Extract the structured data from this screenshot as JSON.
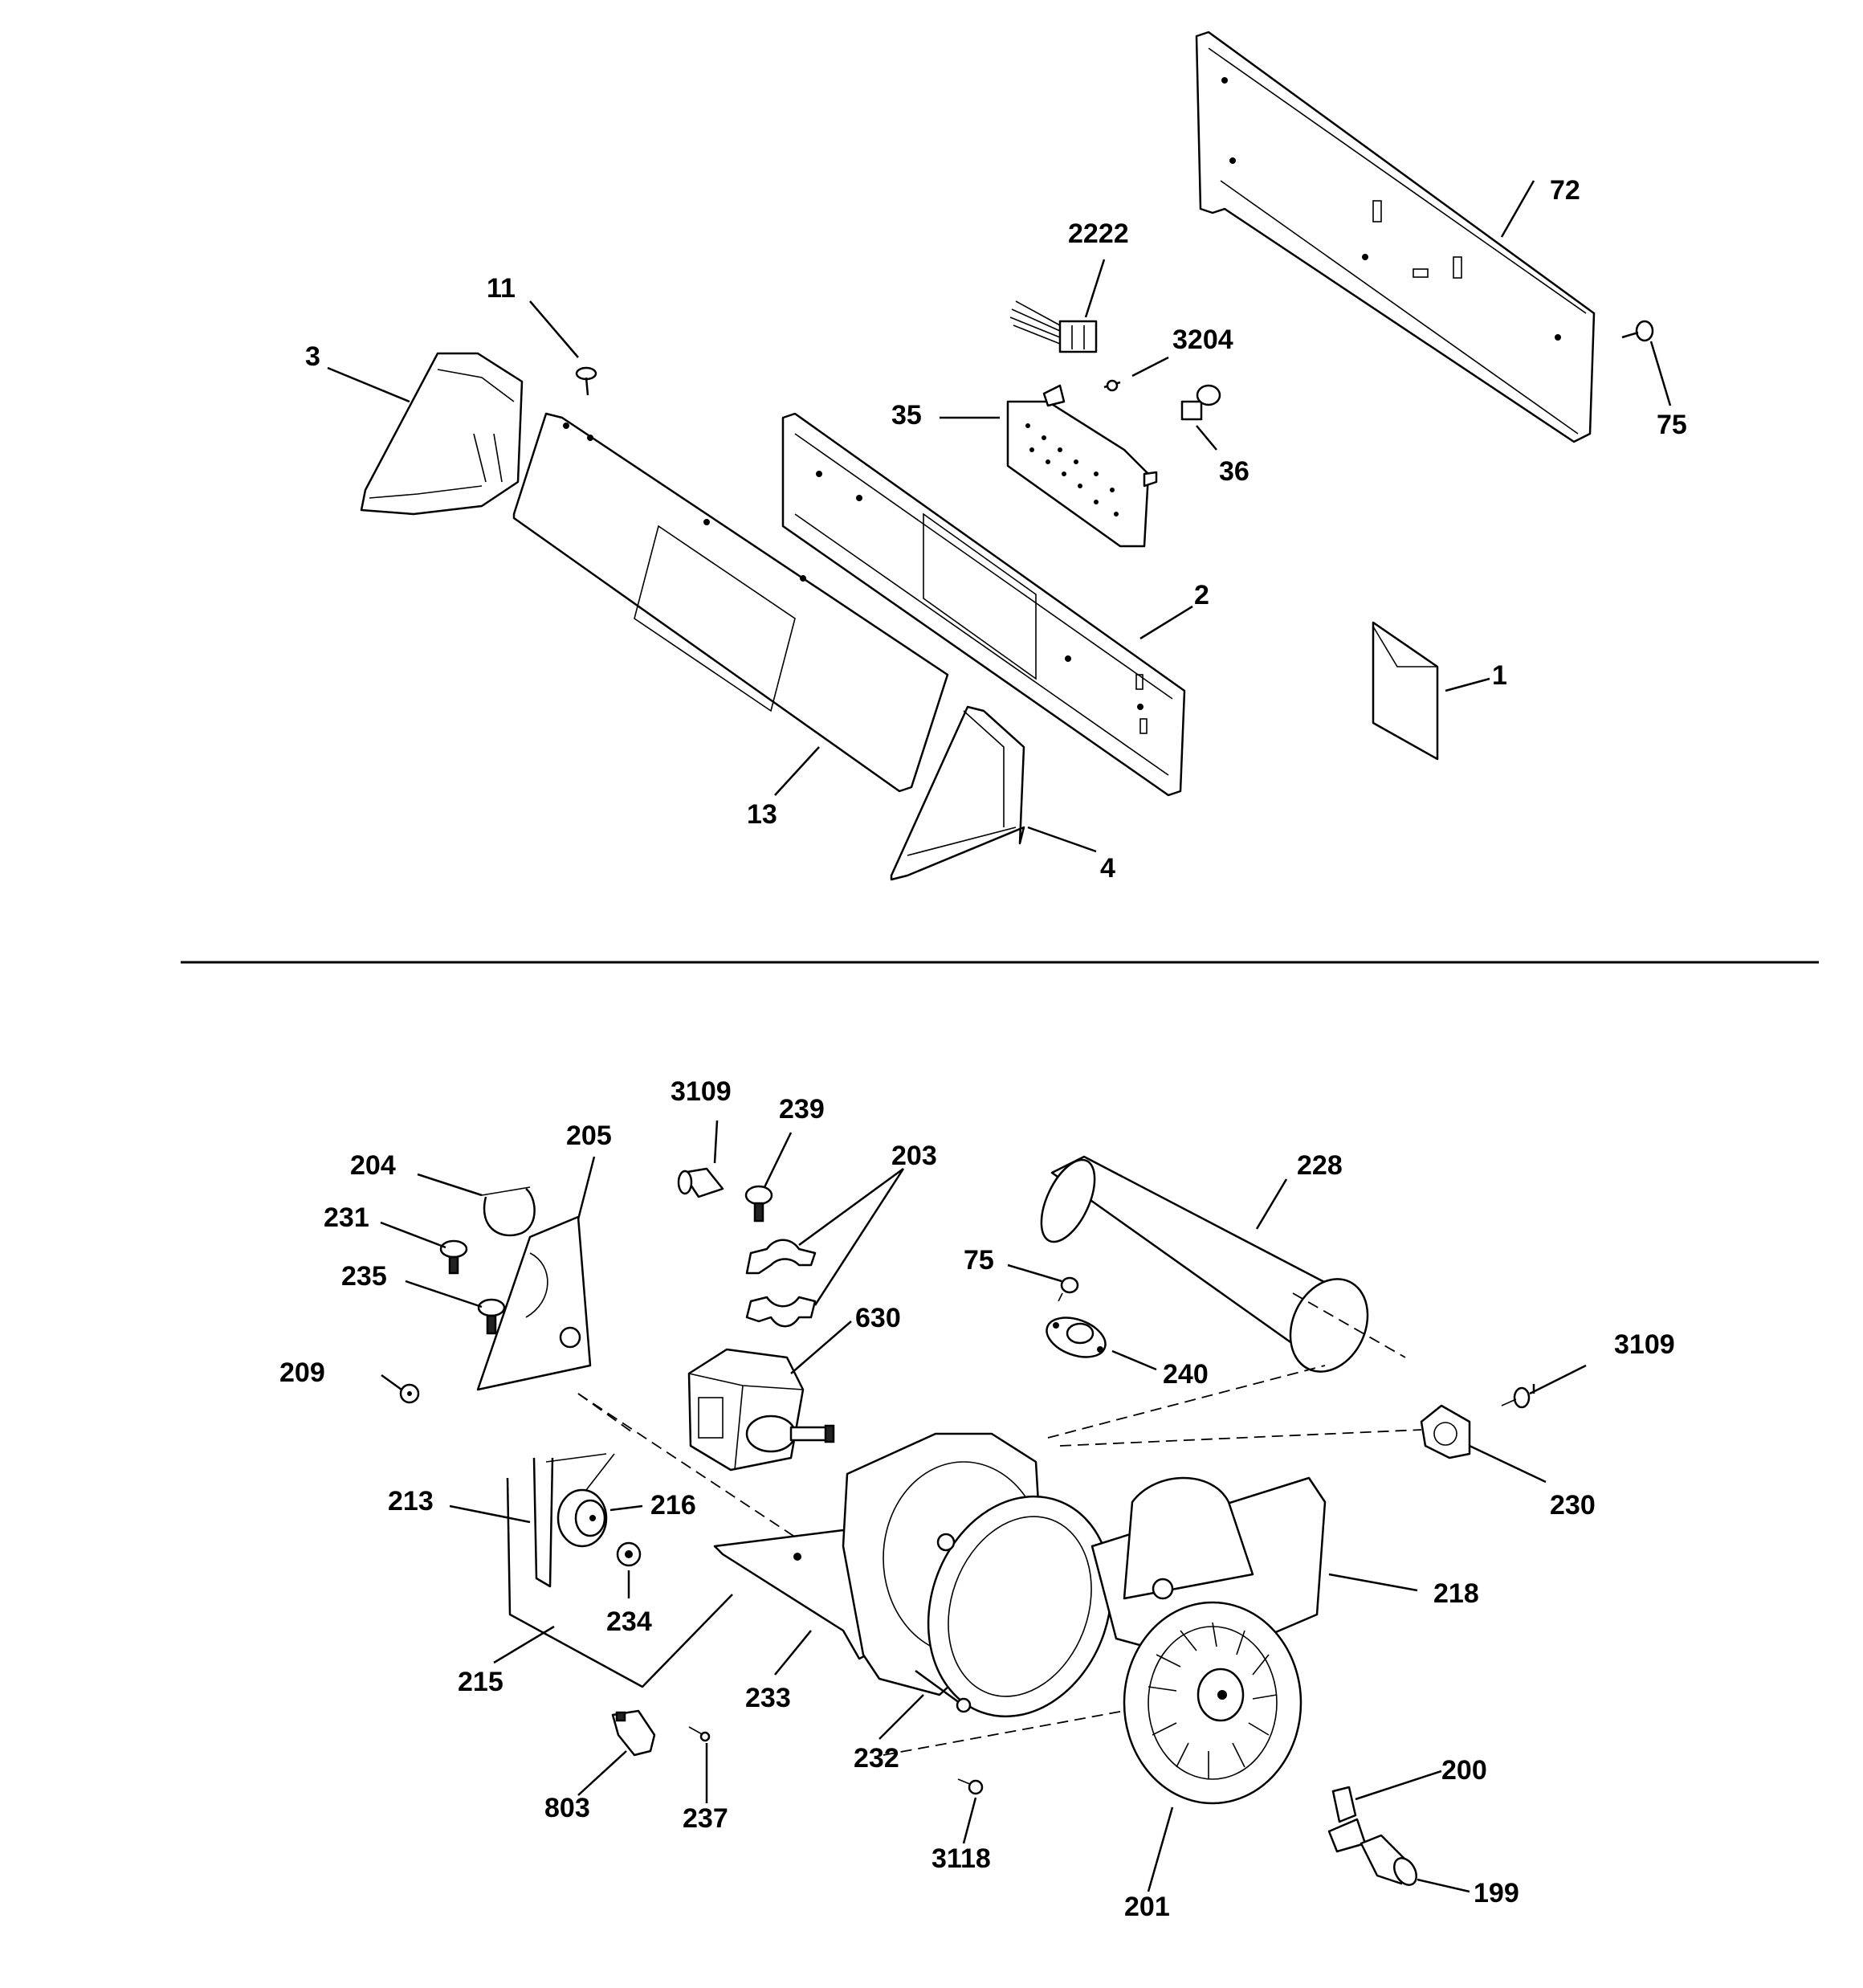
{
  "top_section": {
    "callouts": [
      "1",
      "2",
      "3",
      "4",
      "11",
      "13",
      "35",
      "36",
      "72",
      "75",
      "2222",
      "3204"
    ]
  },
  "bottom_section": {
    "callouts": [
      "199",
      "200",
      "201",
      "203",
      "204",
      "205",
      "209",
      "213",
      "215",
      "216",
      "218",
      "228",
      "230",
      "231",
      "232",
      "233",
      "234",
      "235",
      "237",
      "239",
      "240",
      "630",
      "803",
      "3109",
      "3109",
      "3118",
      "75"
    ]
  }
}
